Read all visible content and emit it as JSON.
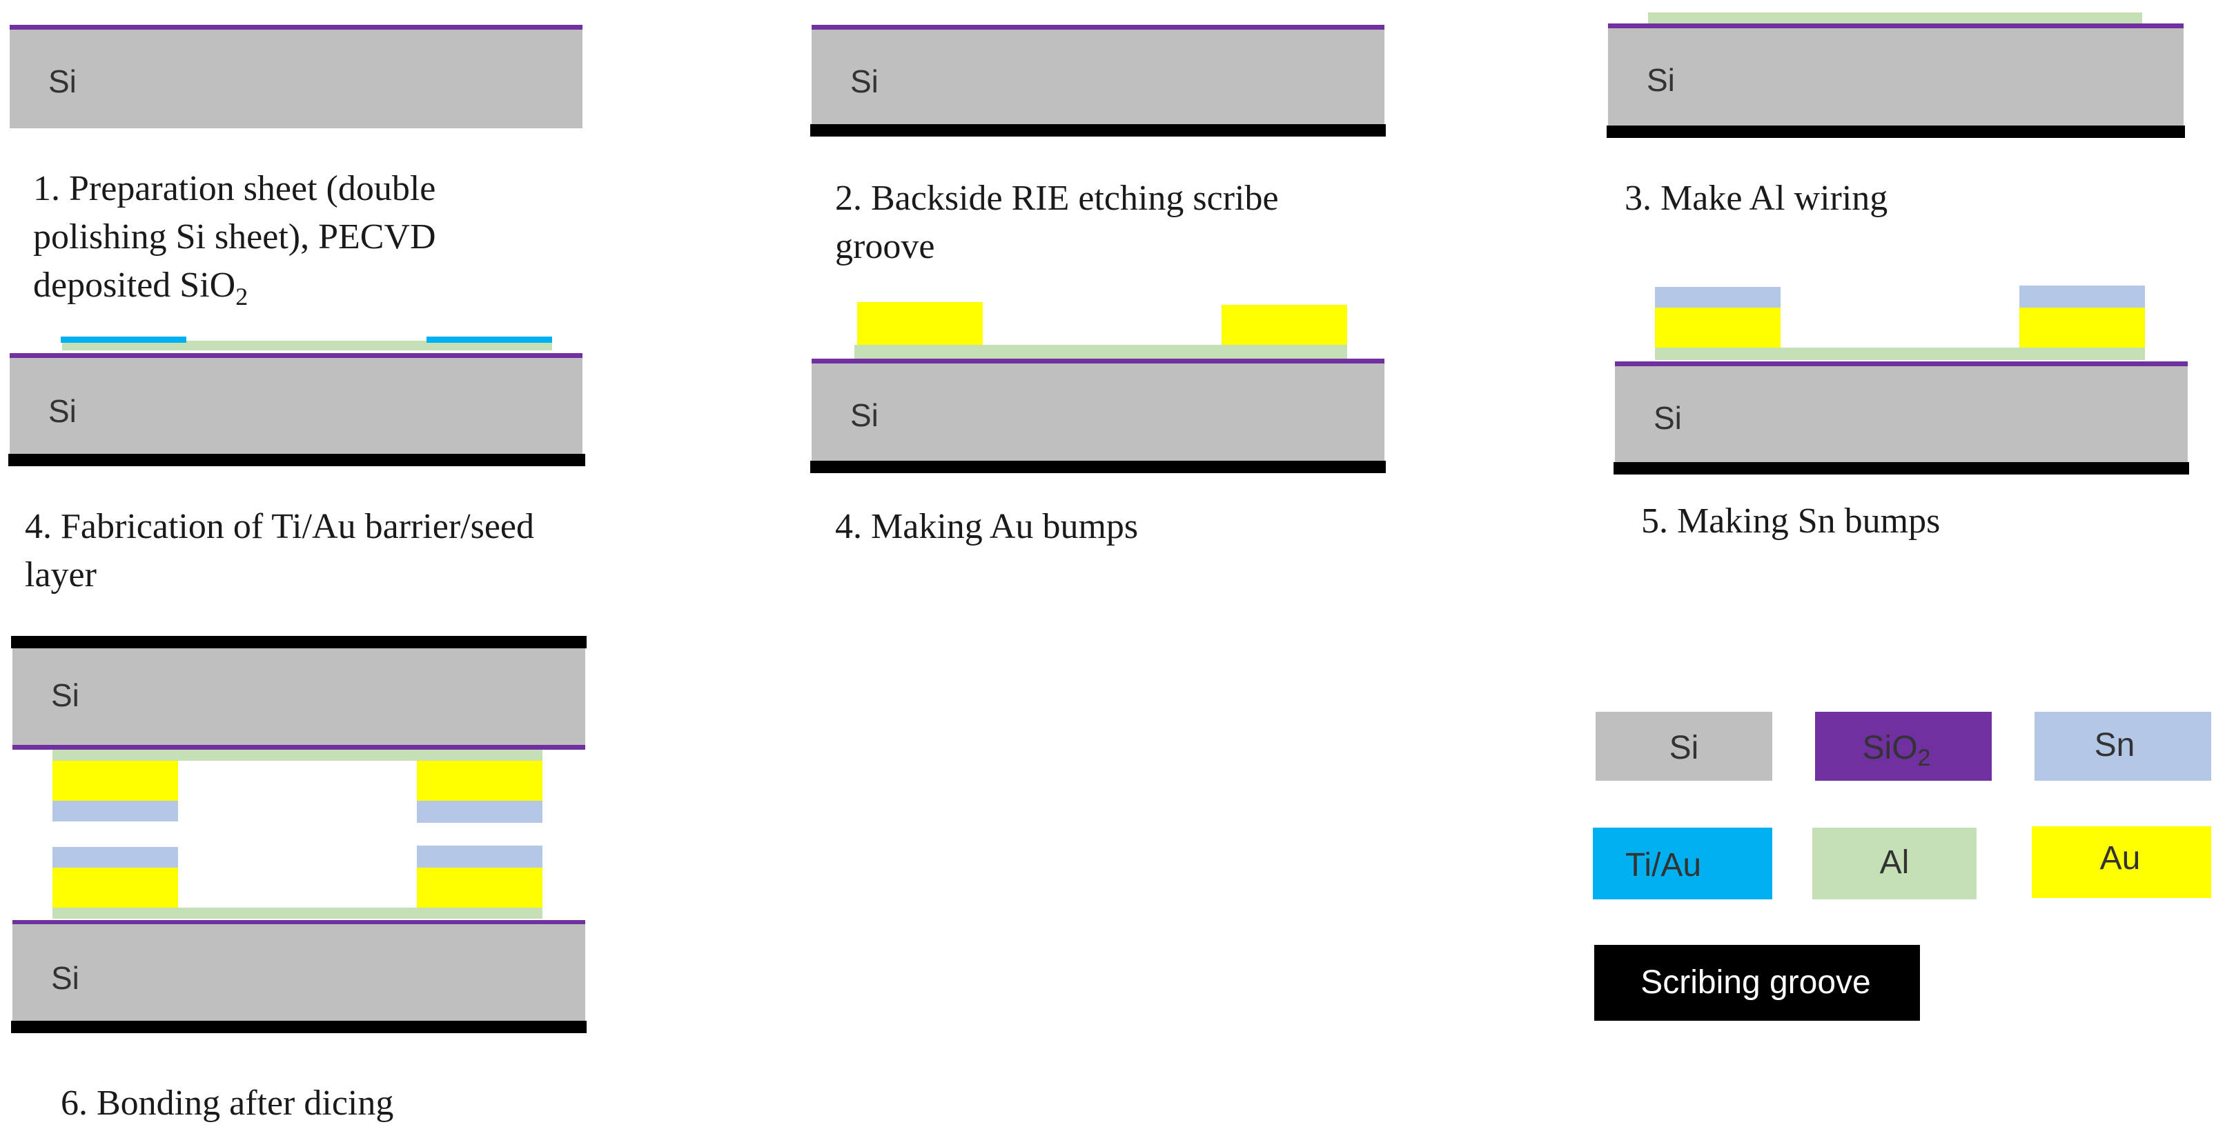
{
  "colors": {
    "si": "#bfbfbf",
    "sio2": "#7030a0",
    "sn": "#b4c7e7",
    "tiau": "#00b0f0",
    "al": "#c5e0b4",
    "au": "#ffff00",
    "scribe": "#000000"
  },
  "si_label": "Si",
  "steps": {
    "s1": {
      "caption_lines": [
        "1. Preparation sheet (double",
        "polishing Si sheet), PECVD"
      ],
      "caption_line3_main": "deposited SiO",
      "caption_line3_sub": "2"
    },
    "s2": {
      "caption_lines": [
        "2. Backside RIE etching scribe",
        "groove"
      ]
    },
    "s3": {
      "caption_lines": [
        "3. Make Al wiring"
      ]
    },
    "s4a": {
      "caption_lines": [
        "4. Fabrication of Ti/Au barrier/seed",
        "layer"
      ]
    },
    "s4b": {
      "caption_lines": [
        "4. Making Au bumps"
      ]
    },
    "s5": {
      "caption_lines": [
        "5. Making Sn bumps"
      ]
    },
    "s6": {
      "caption_lines": [
        "6. Bonding after dicing"
      ]
    }
  },
  "legend": {
    "si": "Si",
    "sio2_main": "SiO",
    "sio2_sub": "2",
    "sn": "Sn",
    "tiau": "Ti/Au",
    "al": "Al",
    "au": "Au",
    "scribe": "Scribing groove"
  }
}
